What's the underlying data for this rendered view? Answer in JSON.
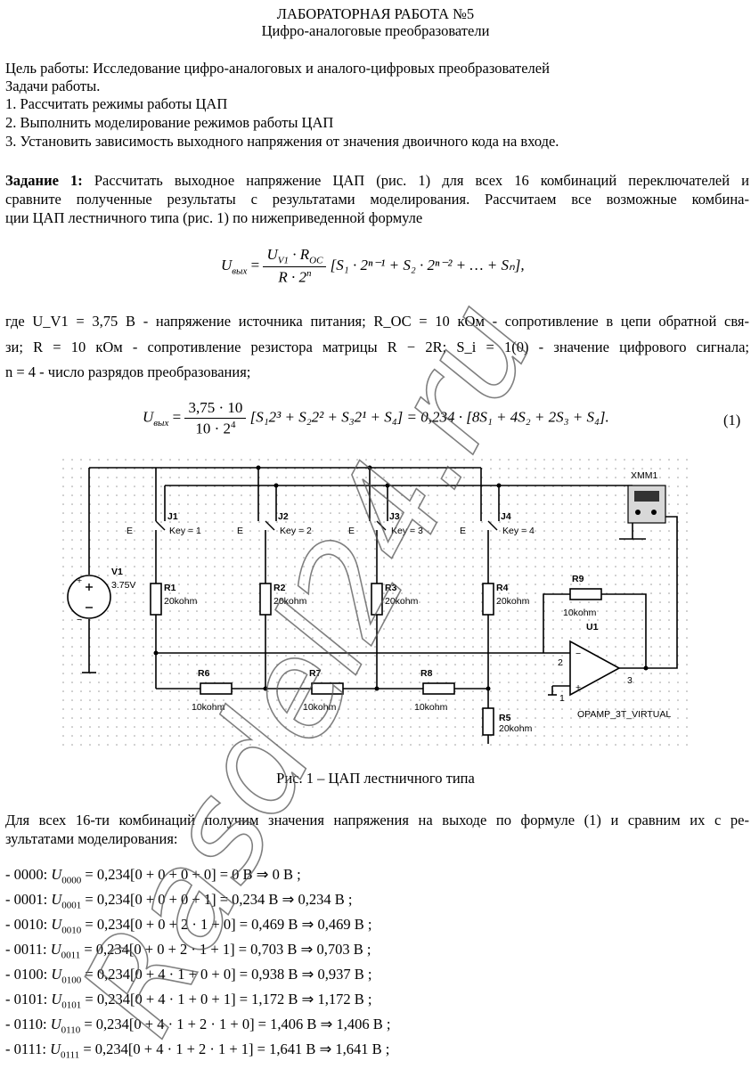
{
  "header": {
    "title": "ЛАБОРАТОРНАЯ РАБОТА №5",
    "subtitle": "Цифро-аналоговые преобразователи"
  },
  "goal": {
    "line": "Цель работы: Исследование цифро-аналоговых и аналого-цифровых преобразователей",
    "tasks_heading": "Задачи работы.",
    "tasks": [
      "1. Рассчитать режимы работы ЦАП",
      "2. Выполнить моделирование режимов работы ЦАП",
      "3. Установить зависимость выходного напряжения от значения двоичного кода на входе."
    ]
  },
  "task1": {
    "label": "Задание 1:",
    "line1": " Рассчитать выходное напряжение ЦАП (рис. 1) для всех 16 комбинаций переключателей и",
    "line2": "сравните полученные результаты с результатами моделирования. Рассчитаем все возможные комбина-",
    "line3": "ции ЦАП лестничного типа (рис. 1) по нижеприведенной формуле"
  },
  "formula_general": {
    "lhs": "U",
    "lhs_sub": "вых",
    "num": "U",
    "num_sub": "V1",
    "num_rest": " · R",
    "num_rest_sub": "OC",
    "den": "R · 2",
    "den_sup": "n",
    "bracket": "[S₁ · 2ⁿ⁻¹ + S₂ · 2ⁿ⁻² + … + Sₙ],"
  },
  "where": {
    "line1": "где U_V1 = 3,75 В - напряжение источника питания; R_OC = 10 кОм - сопротивление в цепи обратной свя-",
    "line2": "зи; R = 10 кОм - сопротивление резистора матрицы R − 2R; S_i = 1(0) - значение цифрового сигнала;",
    "line3": "n = 4 - число разрядов преобразования;"
  },
  "formula1": {
    "lhs": "U",
    "lhs_sub": "вых",
    "num": "3,75 · 10",
    "den": "10 · 2",
    "den_sup": "4",
    "rest": "[S₁2³ + S₂2² + S₃2¹ + S₄] = 0,234 · [8S₁ + 4S₂ + 2S₃ + S₄].",
    "number": "(1)"
  },
  "circuit": {
    "labels": {
      "j1": "J1",
      "j2": "J2",
      "j3": "J3",
      "j4": "J4",
      "key1": "Key = 1",
      "key2": "Key = 2",
      "key3": "Key = 3",
      "key4": "Key = 4",
      "e_sym": "E",
      "v1": "V1",
      "v1_val": "3.75V",
      "r1": "R1",
      "r2": "R2",
      "r3": "R3",
      "r4": "R4",
      "r20": "20kohm",
      "r5": "R5",
      "r5_val": "20kohm",
      "r6": "R6",
      "r7": "R7",
      "r8": "R8",
      "r10k": "10kohm",
      "r9": "R9",
      "r9_val": "10kohm",
      "u1": "U1",
      "opamp": "OPAMP_3T_VIRTUAL",
      "pin2": "2",
      "pin1": "1",
      "pin3": "3",
      "xmm": "XMM1",
      "plus": "+",
      "minus": "−"
    },
    "caption": "Рис. 1 – ЦАП лестничного типа"
  },
  "results": {
    "intro1": "Для всех 16-ти комбинаций получим значения напряжения на выходе по формуле (1) и сравним их с ре-",
    "intro2": "зультатами моделирования:",
    "rows": [
      {
        "code": "- 0000: ",
        "sub": "0000",
        "expr": " = 0,234[0 + 0 + 0 + 0] = 0 В ⇒ 0 В ;"
      },
      {
        "code": "- 0001: ",
        "sub": "0001",
        "expr": " = 0,234[0 + 0 + 0 + 1] = 0,234 В ⇒ 0,234 В ;"
      },
      {
        "code": "- 0010: ",
        "sub": "0010",
        "expr": " = 0,234[0 + 0 + 2 · 1 + 0] = 0,469 В ⇒ 0,469 В ;"
      },
      {
        "code": "- 0011: ",
        "sub": "0011",
        "expr": " = 0,234[0 + 0 + 2 · 1 + 1] = 0,703 В ⇒ 0,703 В ;"
      },
      {
        "code": "- 0100: ",
        "sub": "0100",
        "expr": " = 0,234[0 + 4 · 1 + 0 + 0] = 0,938 В ⇒ 0,937 В ;"
      },
      {
        "code": "- 0101: ",
        "sub": "0101",
        "expr": " = 0,234[0 + 4 · 1 + 0 + 1] = 1,172 В ⇒ 1,172 В ;"
      },
      {
        "code": "- 0110: ",
        "sub": "0110",
        "expr": " = 0,234[0 + 4 · 1 + 2 · 1 + 0] = 1,406 В ⇒ 1,406 В ;"
      },
      {
        "code": "- 0111: ",
        "sub": "0111",
        "expr": " = 0,234[0 + 4 · 1 + 2 · 1 + 1] = 1,641 В ⇒ 1,641 В ;"
      }
    ]
  },
  "watermark": {
    "text": "Rasdel24.ru",
    "color": "#555555"
  }
}
